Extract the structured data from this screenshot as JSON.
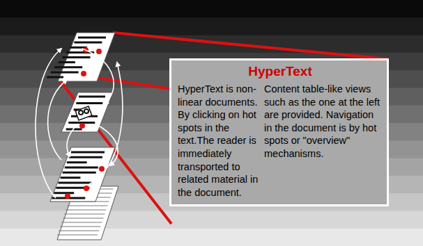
{
  "diagram": {
    "nodes": [
      {
        "text": [
          "HyperText",
          "HyperText is non-linear documents. By clicking on hot spots in the text.The reader is immediately transported to related material in the document.",
          "Content table-like views such as the one at the left are provided. Navigation in the document is by hot spots or \"overview\" mechanisms."
        ]
      }
    ]
  }
}
